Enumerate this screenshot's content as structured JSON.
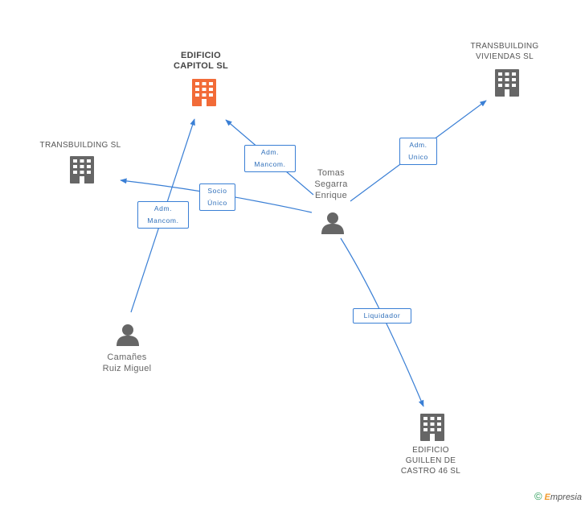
{
  "nodes": {
    "edificio_capitol": {
      "label": "EDIFICIO\nCAPITOL SL",
      "color": "#f26b38"
    },
    "transbuilding_viviendas": {
      "label": "TRANSBUILDING\nVIVIENDAS SL",
      "color": "#666666"
    },
    "transbuilding": {
      "label": "TRANSBUILDING SL",
      "color": "#666666"
    },
    "tomas": {
      "label": "Tomas\nSegarra\nEnrique",
      "color": "#666666"
    },
    "camanes": {
      "label": "Camañes\nRuiz Miguel",
      "color": "#666666"
    },
    "guillen": {
      "label": "EDIFICIO\nGUILLEN DE\nCASTRO 46 SL",
      "color": "#666666"
    }
  },
  "edges": {
    "tomas_capitol": "Adm.\nMancom.",
    "tomas_viviendas": "Adm.\nUnico",
    "tomas_transbuilding": "Socio\nÚnico",
    "camanes_capitol": "Adm.\nMancom.",
    "tomas_guillen": "Liquidador"
  },
  "brand": {
    "symbol": "©",
    "initial": "E",
    "rest": "mpresia"
  },
  "edge_color": "#3a7fd5"
}
